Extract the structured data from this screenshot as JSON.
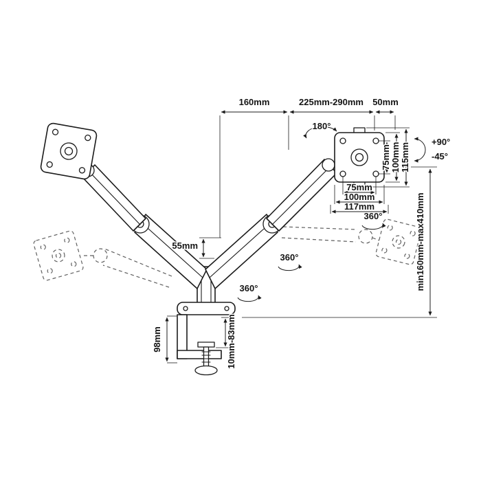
{
  "diagram": {
    "colors": {
      "line": "#1b1b1b",
      "ghost": "#5f5f5f",
      "background": "#ffffff"
    },
    "top_dims": {
      "left": "160mm",
      "middle": "225mm-290mm",
      "right": "50mm"
    },
    "rotation": {
      "plate_swivel": "180°",
      "tilt_up": "+90°",
      "tilt_down": "-45°",
      "joint_top": "360°",
      "joint_mid": "360°",
      "joint_bottom": "360°"
    },
    "vesa": {
      "vertical": {
        "hole_spacing": "75mm",
        "plate": "100mm",
        "overall": "115mm"
      },
      "horizontal": {
        "hole_spacing": "75mm",
        "plate": "100mm",
        "overall": "117mm"
      }
    },
    "height": {
      "range": "min160mm-max410mm",
      "pole_offset": "55mm"
    },
    "clamp": {
      "height": "98mm",
      "opening": "10mm-83mm"
    }
  }
}
